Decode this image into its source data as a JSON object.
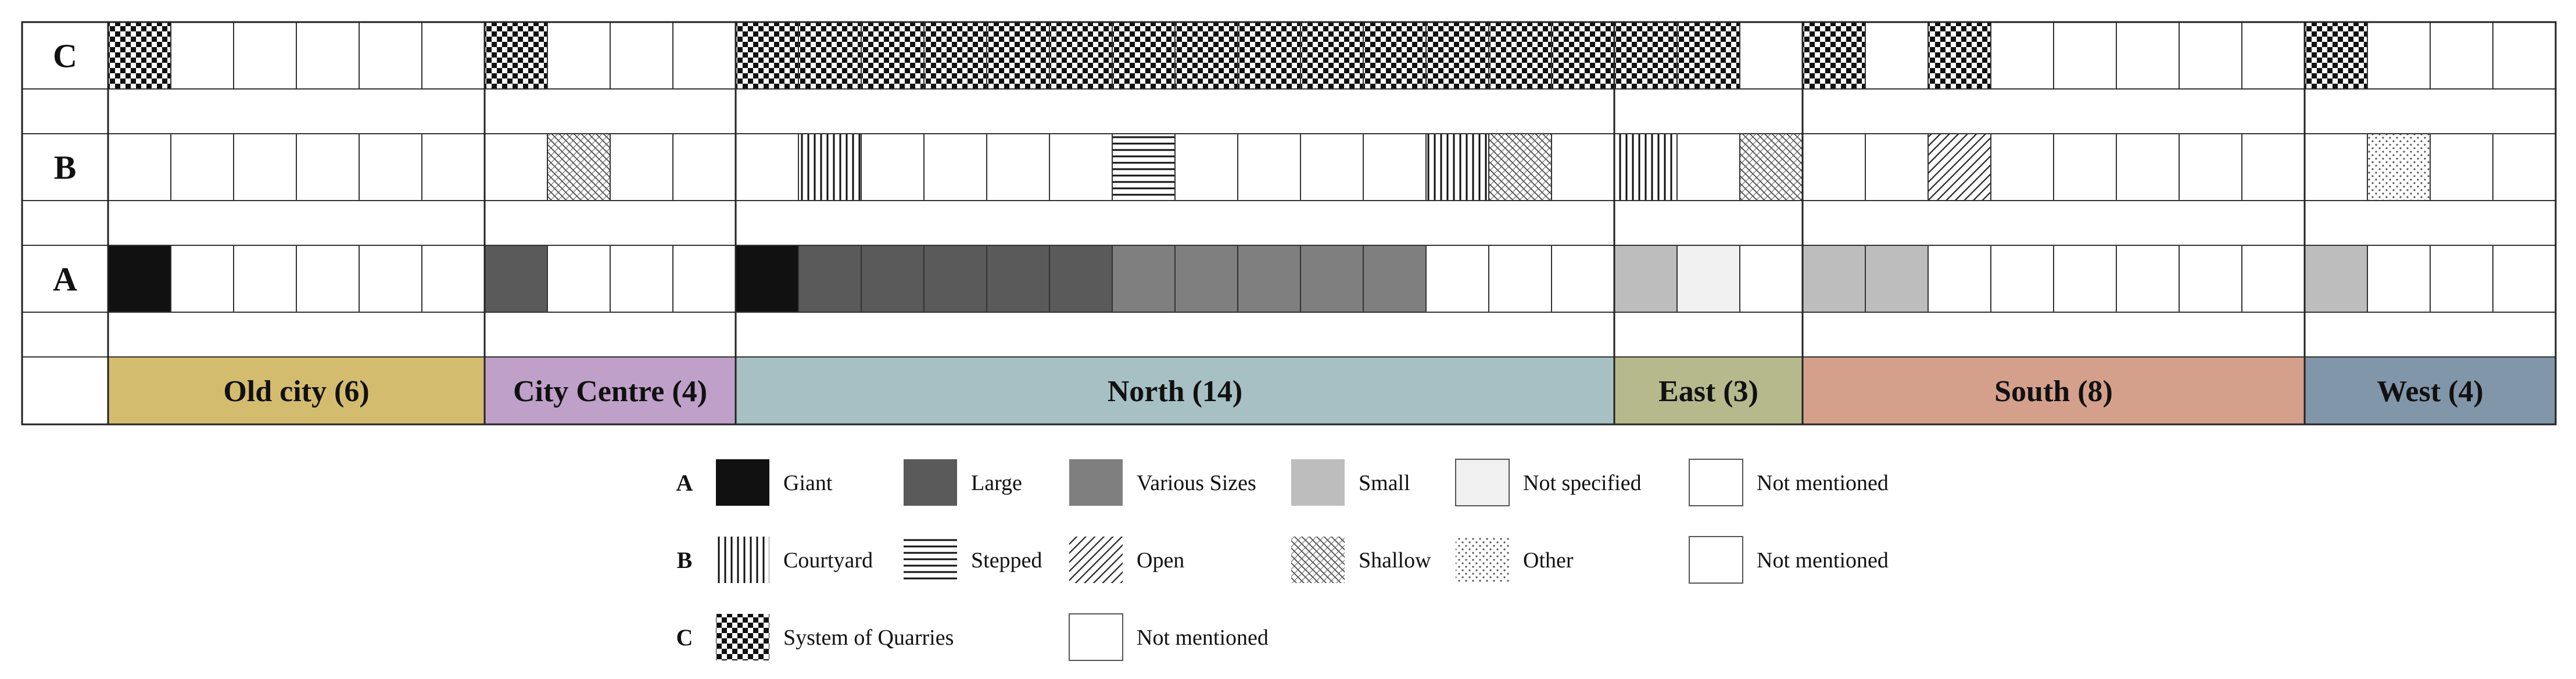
{
  "rows": [
    "C",
    "B",
    "A"
  ],
  "regions": [
    {
      "label": "Old city (6)",
      "color": "#d4bc6f",
      "A": [
        "giant",
        "nm",
        "nm",
        "nm",
        "nm",
        "nm"
      ],
      "B": [
        "nm",
        "nm",
        "nm",
        "nm",
        "nm",
        "nm"
      ],
      "C": [
        "quarry",
        "nm",
        "nm",
        "nm",
        "nm",
        "nm"
      ]
    },
    {
      "label": "City Centre (4)",
      "color": "#bfa0c8",
      "A": [
        "large",
        "nm",
        "nm",
        "nm"
      ],
      "B": [
        "nm",
        "shallow",
        "nm",
        "nm"
      ],
      "C": [
        "quarry",
        "nm",
        "nm",
        "nm"
      ]
    },
    {
      "label": "North (14)",
      "color": "#a6c0c4",
      "A": [
        "giant",
        "large",
        "large",
        "large",
        "large",
        "large",
        "various",
        "various",
        "various",
        "various",
        "various",
        "nm",
        "nm",
        "nm"
      ],
      "B": [
        "nm",
        "courtyard",
        "nm",
        "nm",
        "nm",
        "nm",
        "stepped",
        "nm",
        "nm",
        "nm",
        "nm",
        "courtyard",
        "shallow",
        "nm"
      ],
      "C": [
        "quarry",
        "quarry",
        "quarry",
        "quarry",
        "quarry",
        "quarry",
        "quarry",
        "quarry",
        "quarry",
        "quarry",
        "quarry",
        "quarry",
        "quarry",
        "quarry"
      ]
    },
    {
      "label": "East (3)",
      "color": "#b5b98c",
      "A": [
        "small",
        "notspec",
        "nm"
      ],
      "B": [
        "courtyard",
        "nm",
        "shallow"
      ],
      "C": [
        "quarry",
        "quarry",
        "nm"
      ]
    },
    {
      "label": "South (8)",
      "color": "#d4a08c",
      "A": [
        "small",
        "small",
        "nm",
        "nm",
        "nm",
        "nm",
        "nm",
        "nm"
      ],
      "B": [
        "nm",
        "nm",
        "open",
        "nm",
        "nm",
        "nm",
        "nm",
        "nm"
      ],
      "C": [
        "quarry",
        "nm",
        "quarry",
        "nm",
        "nm",
        "nm",
        "nm",
        "nm"
      ]
    },
    {
      "label": "West (4)",
      "color": "#8296aa",
      "A": [
        "small",
        "nm",
        "nm",
        "nm"
      ],
      "B": [
        "nm",
        "other",
        "nm",
        "nm"
      ],
      "C": [
        "quarry",
        "nm",
        "nm",
        "nm"
      ]
    }
  ],
  "legend": [
    {
      "key": "A",
      "items": [
        {
          "pattern": "giant",
          "label": "Giant"
        },
        {
          "pattern": "large",
          "label": "Large"
        },
        {
          "pattern": "various",
          "label": "Various Sizes"
        },
        {
          "pattern": "small",
          "label": "Small"
        },
        {
          "pattern": "notspec",
          "label": "Not specified"
        },
        {
          "pattern": "nm",
          "label": "Not mentioned"
        }
      ]
    },
    {
      "key": "B",
      "items": [
        {
          "pattern": "courtyard",
          "label": "Courtyard"
        },
        {
          "pattern": "stepped",
          "label": "Stepped"
        },
        {
          "pattern": "open",
          "label": "Open"
        },
        {
          "pattern": "shallow",
          "label": "Shallow"
        },
        {
          "pattern": "other",
          "label": "Other"
        },
        {
          "pattern": "nm",
          "label": "Not mentioned"
        }
      ]
    },
    {
      "key": "C",
      "items": [
        {
          "pattern": "quarry",
          "label": "System of Quarries"
        },
        {
          "pattern": "nm",
          "label": "Not mentioned"
        }
      ]
    }
  ],
  "colors": {
    "giant": "#111111",
    "large": "#5a5a5a",
    "various": "#7f7f7f",
    "small": "#bdbdbd",
    "notspec": "#f0f0f0",
    "line": "#333333"
  }
}
